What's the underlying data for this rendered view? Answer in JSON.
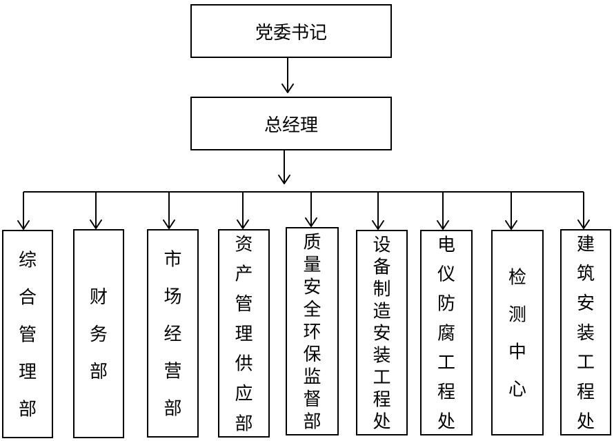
{
  "top": {
    "secretary": "党委书记",
    "manager": "总经理"
  },
  "departments": [
    "综合管理部",
    "财务部",
    "市场经营部",
    "资产管理供应部",
    "质量安全环保监督部",
    "设备制造安装工程处",
    "电仪防腐工程处",
    "检测中心",
    "建筑安装工程处"
  ]
}
